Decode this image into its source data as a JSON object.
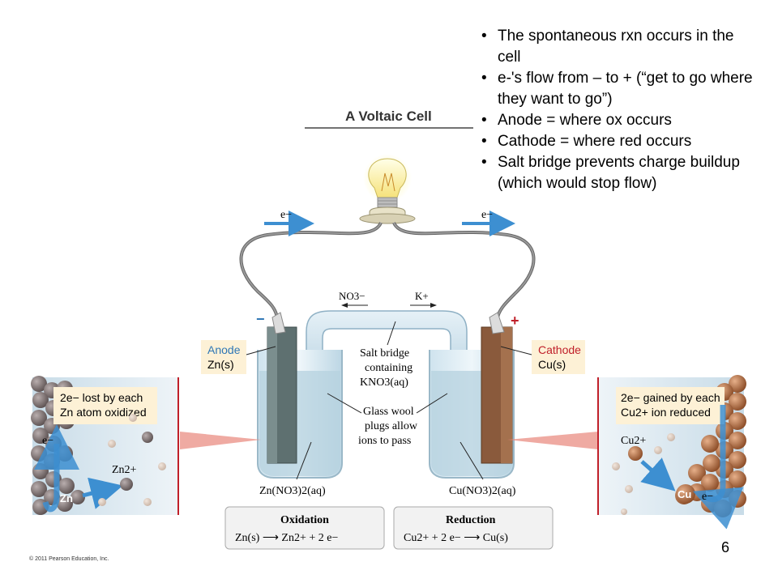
{
  "bullets": [
    "The spontaneous rxn occurs in the cell",
    "e-'s flow from – to + (“get to go where they want to go”)",
    "Anode = where ox occurs",
    "Cathode = where red occurs",
    "Salt bridge prevents charge buildup (which would stop flow)"
  ],
  "figure": {
    "title": "A Voltaic Cell",
    "electron_left": "e−",
    "electron_right": "e−",
    "minus_sign": "−",
    "plus_sign": "+",
    "nitrate": "NO3−",
    "potassium": "K+",
    "anode_label": "Anode",
    "anode_formula": "Zn(s)",
    "cathode_label": "Cathode",
    "cathode_formula": "Cu(s)",
    "salt_bridge": [
      "Salt bridge",
      "containing",
      "KNO3(aq)"
    ],
    "glass_wool": [
      "Glass wool",
      "plugs allow",
      "ions to pass"
    ],
    "left_solution": "Zn(NO3)2(aq)",
    "right_solution": "Cu(NO3)2(aq)",
    "left_inset": [
      "2e− lost by each",
      "Zn atom oxidized"
    ],
    "left_inset_e": "e−",
    "left_inset_zn": "Zn",
    "left_inset_ion": "Zn2+",
    "right_inset": [
      "2e− gained by each",
      "Cu2+ ion reduced"
    ],
    "right_inset_ion": "Cu2+",
    "right_inset_cu": "Cu",
    "right_inset_e": "e−",
    "oxidation_title": "Oxidation",
    "oxidation_eq": "Zn(s) ⟶ Zn2+ + 2 e−",
    "reduction_title": "Reduction",
    "reduction_eq": "Cu2+ + 2 e− ⟶ Cu(s)"
  },
  "page_number": "6",
  "copyright": "© 2011 Pearson Education, Inc.",
  "colors": {
    "arrow_blue": "#3d8fd1",
    "label_box": "#fdf1d6",
    "anode_blue": "#2f77b5",
    "cathode_red": "#c0202a",
    "copper": "#b06a3c"
  }
}
